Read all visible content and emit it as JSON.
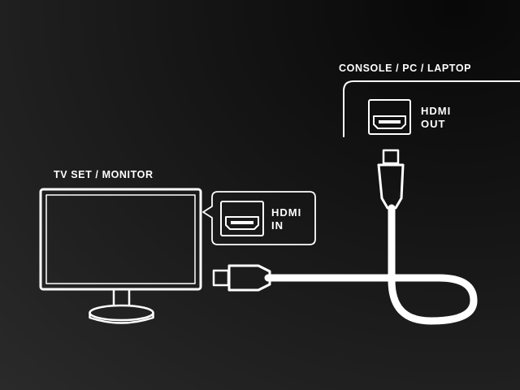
{
  "labels": {
    "source_device": "CONSOLE / PC / LAPTOP",
    "display_device": "TV SET / MONITOR"
  },
  "ports": {
    "output": {
      "line1": "HDMI",
      "line2": "OUT"
    },
    "input": {
      "line1": "HDMI",
      "line2": "IN"
    }
  },
  "icons": {
    "monitor": "monitor-icon",
    "hdmi_port": "hdmi-port-icon",
    "hdmi_plug": "hdmi-plug-icon",
    "cable": "hdmi-cable"
  },
  "colors": {
    "foreground": "#ffffff",
    "background": "#1b1b1b"
  }
}
